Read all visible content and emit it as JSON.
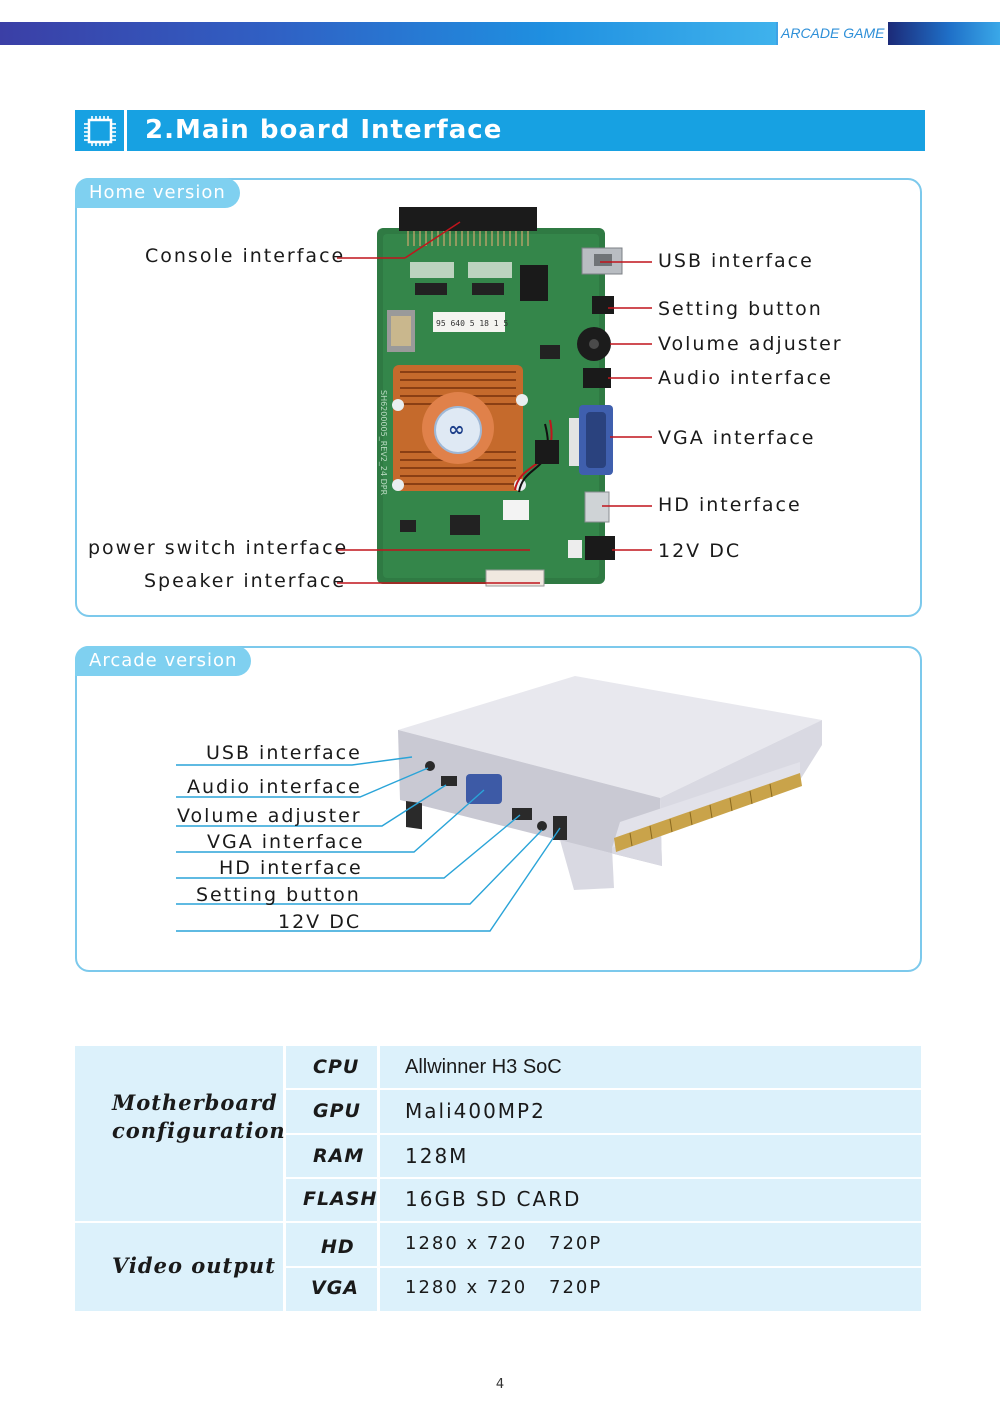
{
  "header": {
    "brand_label": "ARCADE GAME",
    "section_title": "2.Main board Interface"
  },
  "home_version": {
    "tag": "Home version",
    "callouts_left": {
      "console": "Console interface",
      "power_switch": "power switch interface",
      "speaker": "Speaker interface"
    },
    "callouts_right": {
      "usb": "USB interface",
      "setting": "Setting button",
      "volume": "Volume adjuster",
      "audio": "Audio interface",
      "vga": "VGA interface",
      "hd": "HD interface",
      "dc": "12V DC"
    },
    "board_text": {
      "label": "95 640  5 18 1 5",
      "serial": "SH6200005_REV2_24 DPR"
    }
  },
  "arcade_version": {
    "tag": "Arcade version",
    "callouts": {
      "usb": "USB interface",
      "audio": "Audio interface",
      "volume": "Volume adjuster",
      "vga": "VGA interface",
      "hd": "HD interface",
      "setting": "Setting button",
      "dc": "12V DC"
    }
  },
  "spec_table": {
    "groups": [
      {
        "label_line1": "Motherboard",
        "label_line2": "configuration",
        "rows": [
          {
            "key": "CPU",
            "value": "Allwinner H3 SoC"
          },
          {
            "key": "GPU",
            "value": "Mali400MP2"
          },
          {
            "key": "RAM",
            "value": "128M"
          },
          {
            "key": "FLASH",
            "value": "16GB SD CARD"
          }
        ]
      },
      {
        "label_line1": "Video output",
        "rows": [
          {
            "key": "HD",
            "value": "1280 x 720",
            "value2": "720P"
          },
          {
            "key": "VGA",
            "value": "1280 x 720",
            "value2": "720P"
          }
        ]
      }
    ]
  },
  "page_number": "4",
  "colors": {
    "brand_blue": "#17a1e2",
    "panel_border": "#7cc9ec",
    "tag_fill": "#7fd0f0",
    "table_fill": "#dcf1fb",
    "callout_line_home": "#c0141c",
    "callout_line_arcade": "#2aa4d8"
  }
}
